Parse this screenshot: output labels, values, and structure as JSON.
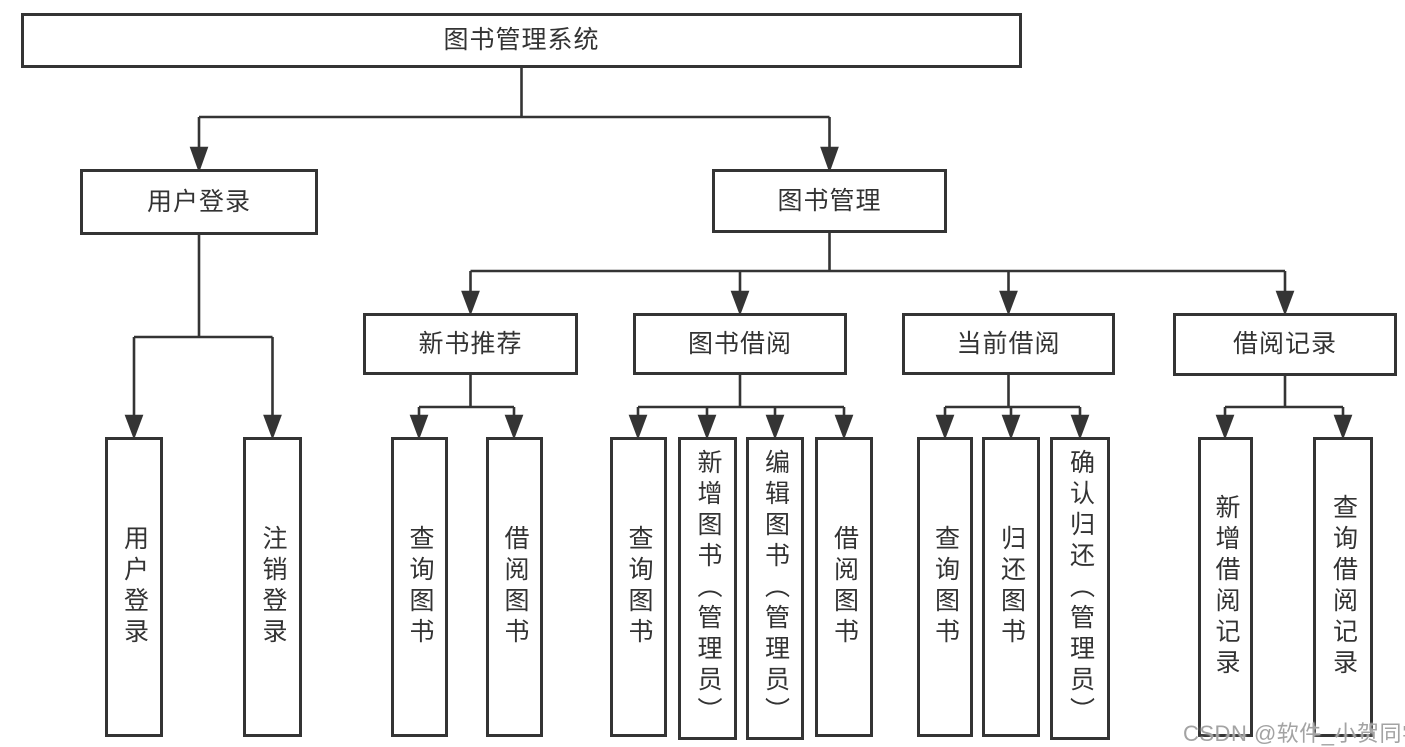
{
  "diagram_title": "图书管理系统",
  "nodes": {
    "root": {
      "label": "图书管理系统"
    },
    "user_login": {
      "label": "用户登录"
    },
    "book_management": {
      "label": "图书管理"
    },
    "new_book_recommend": {
      "label": "新书推荐"
    },
    "book_borrow": {
      "label": "图书借阅"
    },
    "current_borrow": {
      "label": "当前借阅"
    },
    "borrow_records": {
      "label": "借阅记录"
    },
    "leaf_user_login": {
      "label": "用户登录"
    },
    "leaf_logout": {
      "label": "注销登录"
    },
    "leaf_query_book_recommend": {
      "label": "查询图书"
    },
    "leaf_borrow_book_recommend": {
      "label": "借阅图书"
    },
    "leaf_query_book_borrow": {
      "label": "查询图书"
    },
    "leaf_add_book_admin": {
      "label": "新增图书（管理员）"
    },
    "leaf_edit_book_admin": {
      "label": "编辑图书（管理员）"
    },
    "leaf_borrow_book_borrow": {
      "label": "借阅图书"
    },
    "leaf_query_book_current": {
      "label": "查询图书"
    },
    "leaf_return_book": {
      "label": "归还图书"
    },
    "leaf_confirm_return_admin": {
      "label": "确认归还（管理员）"
    },
    "leaf_add_borrow_record": {
      "label": "新增借阅记录"
    },
    "leaf_query_borrow_record": {
      "label": "查询借阅记录"
    }
  },
  "hierarchy": {
    "图书管理系统": {
      "用户登录": [
        "用户登录",
        "注销登录"
      ],
      "图书管理": {
        "新书推荐": [
          "查询图书",
          "借阅图书"
        ],
        "图书借阅": [
          "查询图书",
          "新增图书（管理员）",
          "编辑图书（管理员）",
          "借阅图书"
        ],
        "当前借阅": [
          "查询图书",
          "归还图书",
          "确认归还（管理员）"
        ],
        "借阅记录": [
          "新增借阅记录",
          "查询借阅记录"
        ]
      }
    }
  },
  "watermark": {
    "text": "CSDN @软件_小贺同学"
  },
  "colors": {
    "line": "#343434",
    "border": "#343434",
    "text": "#333333",
    "background": "#ffffff",
    "watermark": "#a3a3a3"
  }
}
